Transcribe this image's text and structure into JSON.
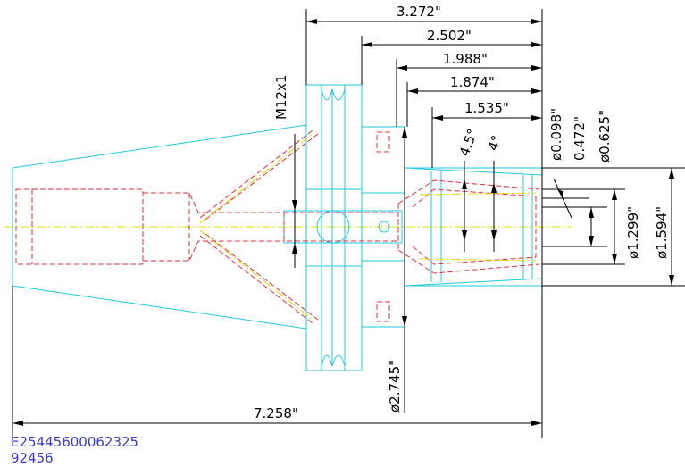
{
  "dimensions": {
    "overall_length": "7.258\"",
    "d1": "3.272\"",
    "d2": "2.502\"",
    "d3": "1.988\"",
    "d4": "1.874\"",
    "d5": "1.535\"",
    "thread": "M12x1",
    "flange_dia": "ø2.745\"",
    "angle1": "4.5°",
    "angle2": "4°",
    "bore_dia_small": "ø0.098\"",
    "len_0472": "0.472\"",
    "bore_dia_0625": "ø0.625\"",
    "nose_dia_1299": "ø1.299\"",
    "nose_dia_1594": "ø1.594\""
  },
  "part_code": "E25445600062325",
  "part_number": "92456",
  "colors": {
    "outline": "#22c8e0",
    "hidden": "#e0303a",
    "centerline": "#e8d800",
    "dimension": "#000000",
    "code_text": "#3a3acc"
  }
}
